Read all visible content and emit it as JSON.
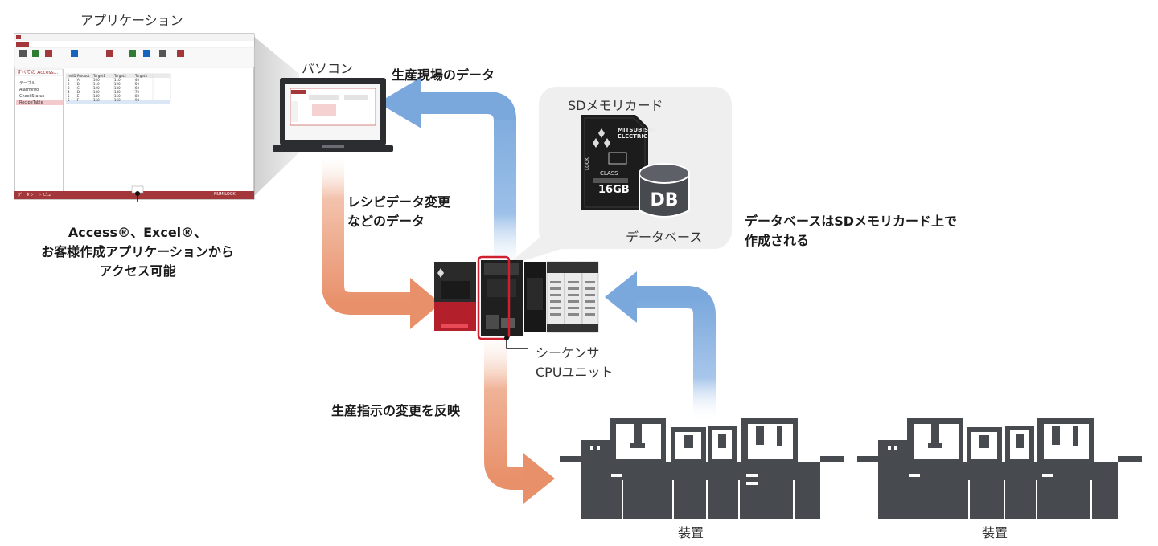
{
  "labels": {
    "application": "アプリケーション",
    "pc": "パソコン",
    "production_data": "生産現場のデータ",
    "sd_card": "SDメモリカード",
    "database": "データベース",
    "db_note_1": "データベースはSDメモリカード上で",
    "db_note_2": "作成される",
    "recipe_1": "レシピデータ変更",
    "recipe_2": "などのデータ",
    "access_1": "Access®、Excel®、",
    "access_2": "お客様作成アプリケーションから",
    "access_3": "アクセス可能",
    "sequencer_1": "シーケンサ",
    "sequencer_2": "CPUユニット",
    "production_change": "生産指示の変更を反映",
    "equipment_1": "装置",
    "equipment_2": "装置"
  },
  "sd_card_print": {
    "brand_1": "MITSUBISHI",
    "brand_2": "ELECTRIC",
    "capacity": "16GB",
    "lock": "LOCK",
    "class": "CLASS",
    "db_badge": "DB"
  },
  "app_window": {
    "nav_title": "すべての Access...",
    "nav_tables": [
      "テーブル",
      "AlarmInfo",
      "CheckStatus",
      "RecipeTable"
    ],
    "table_headers": [
      "recID",
      "Product",
      "Target1",
      "Target2",
      "Target3"
    ],
    "table_rows": [
      [
        "1",
        "A",
        "100",
        "110",
        "40"
      ],
      [
        "2",
        "B",
        "110",
        "120",
        "50"
      ],
      [
        "3",
        "C",
        "120",
        "130",
        "60"
      ],
      [
        "4",
        "D",
        "130",
        "140",
        "70"
      ],
      [
        "5",
        "E",
        "140",
        "150",
        "80"
      ],
      [
        "6",
        "F",
        "150",
        "160",
        "90"
      ]
    ],
    "status_left": "データシート ビュー",
    "status_right": "NUM LOCK"
  },
  "colors": {
    "blue_arrow": "#7aa8dc",
    "orange_arrow": "#e8906a",
    "dark_gray": "#474a4f",
    "bubble": "#efefef",
    "access_red": "#a4373a",
    "highlight_red": "#d01f2e"
  }
}
